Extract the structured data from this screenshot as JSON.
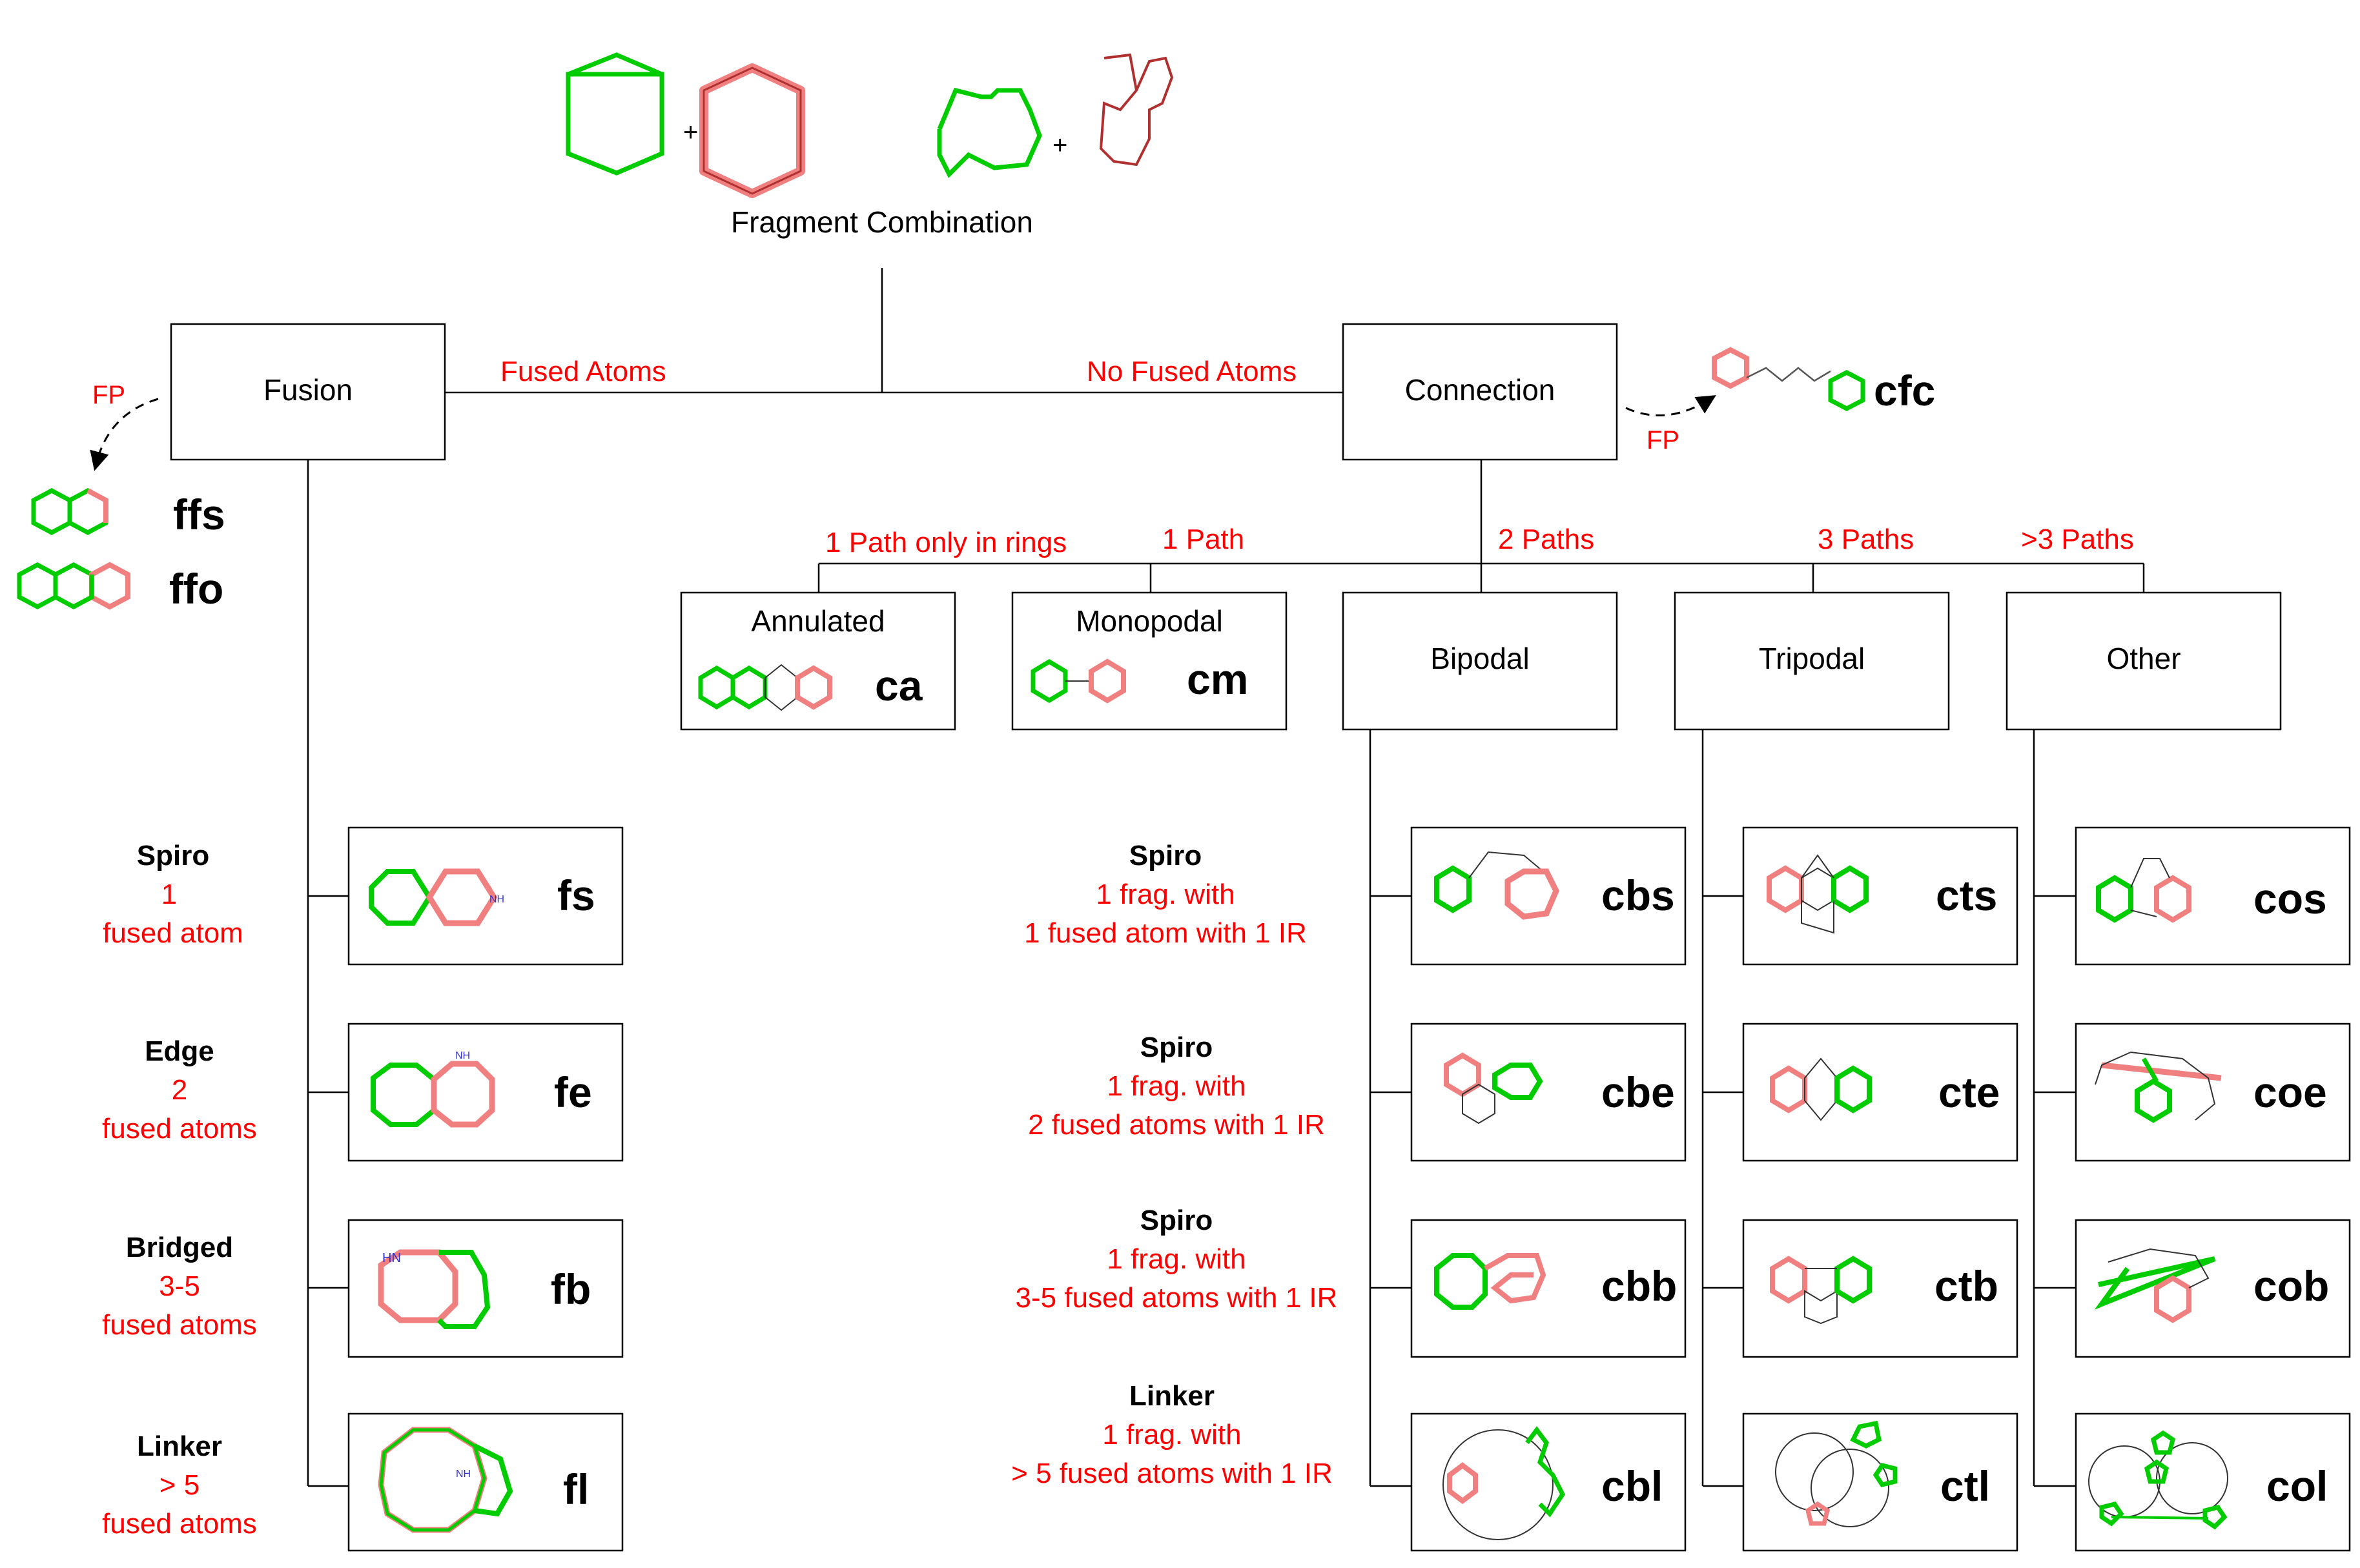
{
  "root": "Fragment Combination",
  "edges": {
    "fused": "Fused Atoms",
    "no_fused": "No Fused Atoms",
    "fp_left": "FP",
    "fp_right": "FP",
    "path1_rings": "1 Path only in rings",
    "path1": "1 Path",
    "path2": "2 Paths",
    "path3": "3 Paths",
    "path_more": ">3 Paths"
  },
  "nodes": {
    "fusion": "Fusion",
    "connection": "Connection",
    "annulated": "Annulated",
    "monopodal": "Monopodal",
    "bipodal": "Bipodal",
    "tripodal": "Tripodal",
    "other": "Other"
  },
  "codes": {
    "ffs": "ffs",
    "ffo": "ffo",
    "cfc": "cfc",
    "ca": "ca",
    "cm": "cm",
    "fs": "fs",
    "fe": "fe",
    "fb": "fb",
    "fl": "fl",
    "cbs": "cbs",
    "cbe": "cbe",
    "cbb": "cbb",
    "cbl": "cbl",
    "cts": "cts",
    "cte": "cte",
    "ctb": "ctb",
    "ctl": "ctl",
    "cos": "cos",
    "coe": "coe",
    "cob": "cob",
    "col": "col"
  },
  "fusion_rows": [
    {
      "title": "Spiro",
      "line1": "1",
      "line2": "fused atom"
    },
    {
      "title": "Edge",
      "line1": "2",
      "line2": "fused atoms"
    },
    {
      "title": "Bridged",
      "line1": "3-5",
      "line2": "fused atoms"
    },
    {
      "title": "Linker",
      "line1": "> 5",
      "line2": "fused atoms"
    }
  ],
  "connection_rows": [
    {
      "title": "Spiro",
      "line1": "1 frag. with",
      "line2": "1 fused atom with 1 IR"
    },
    {
      "title": "Spiro",
      "line1": "1 frag. with",
      "line2": "2 fused atoms with 1 IR"
    },
    {
      "title": "Spiro",
      "line1": "1 frag. with",
      "line2": "3-5 fused atoms with 1 IR"
    },
    {
      "title": "Linker",
      "line1": "1 frag. with",
      "line2": "> 5 fused atoms with 1 IR"
    }
  ],
  "atom_labels": {
    "nh": "NH",
    "hn": "HN"
  },
  "colors": {
    "edge_label": "#ff0000",
    "frag_green": "#00cc00",
    "frag_pink": "#f08080",
    "frag_darkred": "#b03030",
    "line": "#000000"
  }
}
